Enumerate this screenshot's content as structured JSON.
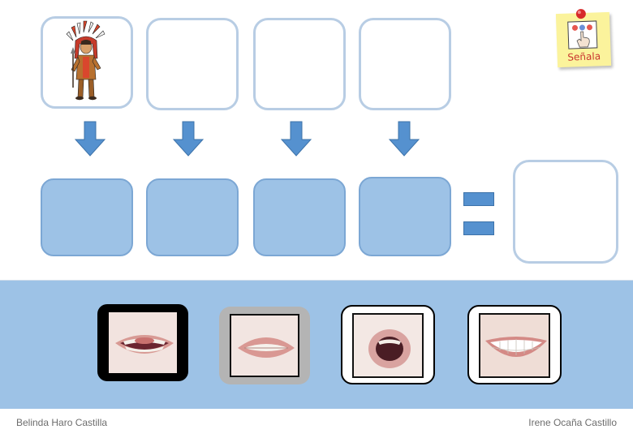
{
  "pointer_card": {
    "label": "Señala",
    "icon": "pointing-hand-icon"
  },
  "word_slots": [
    {
      "picture": "chief-icon",
      "filled": true
    },
    {
      "filled": false
    },
    {
      "filled": false
    },
    {
      "filled": false
    }
  ],
  "arrows": [
    "arrow-down-icon",
    "arrow-down-icon",
    "arrow-down-icon",
    "arrow-down-icon"
  ],
  "answer_slot": {
    "filled": false
  },
  "options": [
    {
      "picture": "mouth-tongue-up",
      "selected": true
    },
    {
      "picture": "mouth-smile-closed",
      "selected": false
    },
    {
      "picture": "mouth-open-o",
      "selected": false
    },
    {
      "picture": "mouth-wide-smile",
      "selected": false
    }
  ],
  "footer": {
    "left_author": "Belinda Haro Castilla",
    "right_author": "Irene Ocaña Castillo"
  },
  "colors": {
    "band": "#9dc2e6",
    "arrow": "#5591cf",
    "slot_border": "#b8cde4"
  }
}
